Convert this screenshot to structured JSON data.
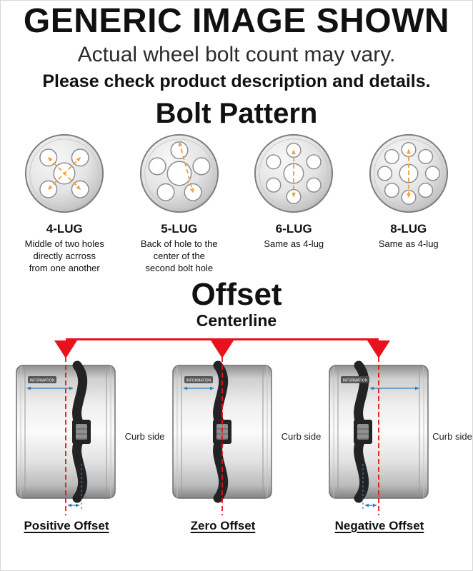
{
  "header": {
    "title": "GENERIC IMAGE SHOWN",
    "subtitle": "Actual wheel bolt count may vary.",
    "note": "Please check product description and details."
  },
  "bolt_pattern": {
    "title": "Bolt Pattern",
    "items": [
      {
        "label": "4-LUG",
        "lugs": 4,
        "description": "Middle of two holes directly acrross from one another"
      },
      {
        "label": "5-LUG",
        "lugs": 5,
        "description": "Back of hole to the center of the second bolt hole"
      },
      {
        "label": "6-LUG",
        "lugs": 6,
        "description": "Same as 4-lug"
      },
      {
        "label": "8-LUG",
        "lugs": 8,
        "description": "Same as 4-lug"
      }
    ]
  },
  "offset": {
    "title": "Offset",
    "centerline_label": "Centerline",
    "watermark": "INFORMATION",
    "diagrams": [
      {
        "label": "Positive Offset",
        "curb_label": "Curb side"
      },
      {
        "label": "Zero Offset",
        "curb_label": "Curb side"
      },
      {
        "label": "Negative Offset",
        "curb_label": "Curb side"
      }
    ]
  },
  "colors": {
    "centerline_red": "#e8111c",
    "measure_blue": "#2f7fb8",
    "bolt_dash_orange": "#f2a33c",
    "text": "#111111",
    "background": "#ffffff"
  }
}
